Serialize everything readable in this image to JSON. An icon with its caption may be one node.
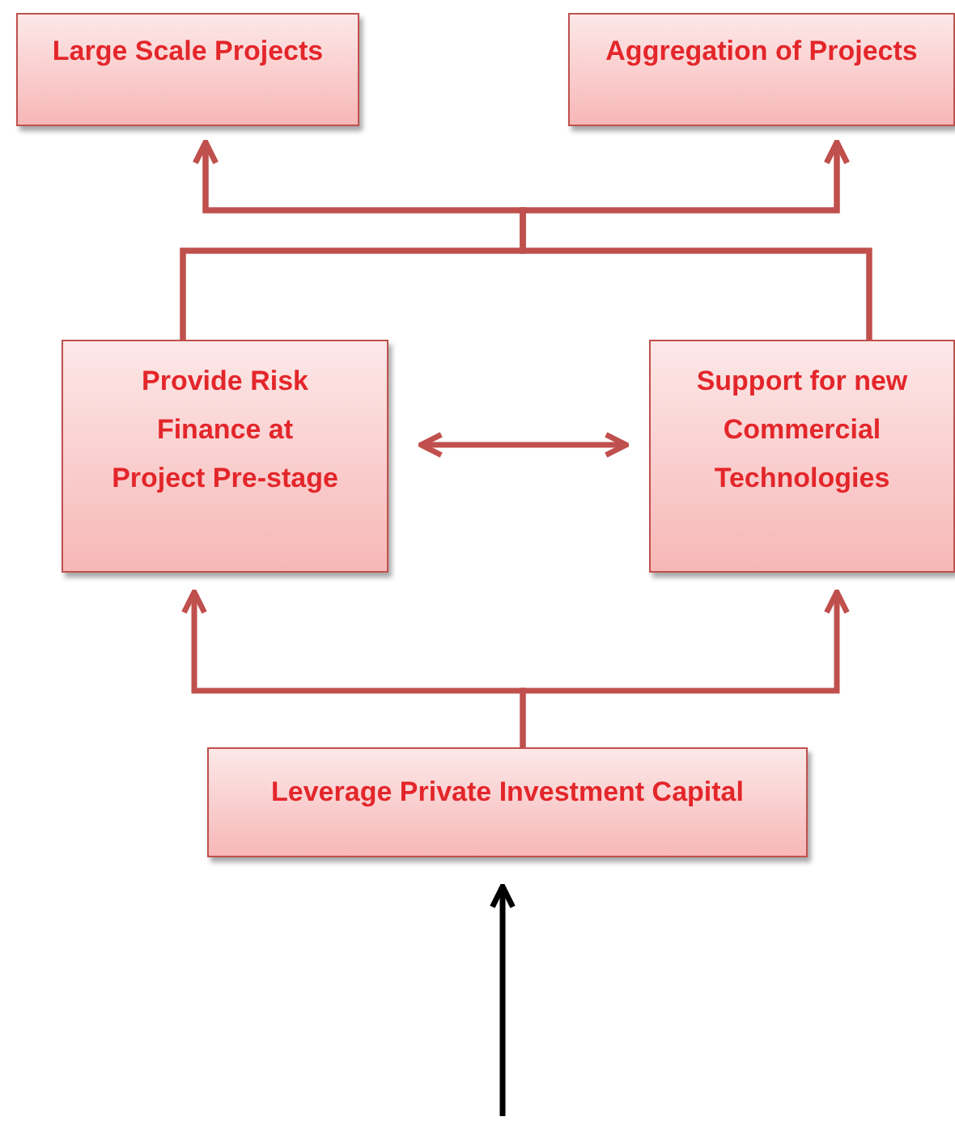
{
  "diagram": {
    "nodes": [
      {
        "text": [
          "Large Scale Projects"
        ]
      },
      {
        "text": [
          "Aggregation of Projects"
        ]
      },
      {
        "text": [
          "Provide Risk Finance at Project Pre-stage"
        ]
      },
      {
        "text": [
          "Support for new Commercial Technologies"
        ]
      },
      {
        "text": [
          "Leverage Private Investment Capital"
        ]
      }
    ],
    "edges": [
      {
        "from": 4,
        "to": 2,
        "arrow": "to"
      },
      {
        "from": 4,
        "to": 3,
        "arrow": "to"
      },
      {
        "from": 2,
        "to": 0,
        "arrow": "to"
      },
      {
        "from": 2,
        "to": 1,
        "arrow": "to"
      },
      {
        "from": 3,
        "to": 0,
        "arrow": "to"
      },
      {
        "from": 3,
        "to": 1,
        "arrow": "to"
      },
      {
        "from": 2,
        "to": 3,
        "arrow": "both"
      },
      {
        "from": null,
        "to": 4,
        "arrow": "to",
        "color": "#000000"
      }
    ]
  }
}
